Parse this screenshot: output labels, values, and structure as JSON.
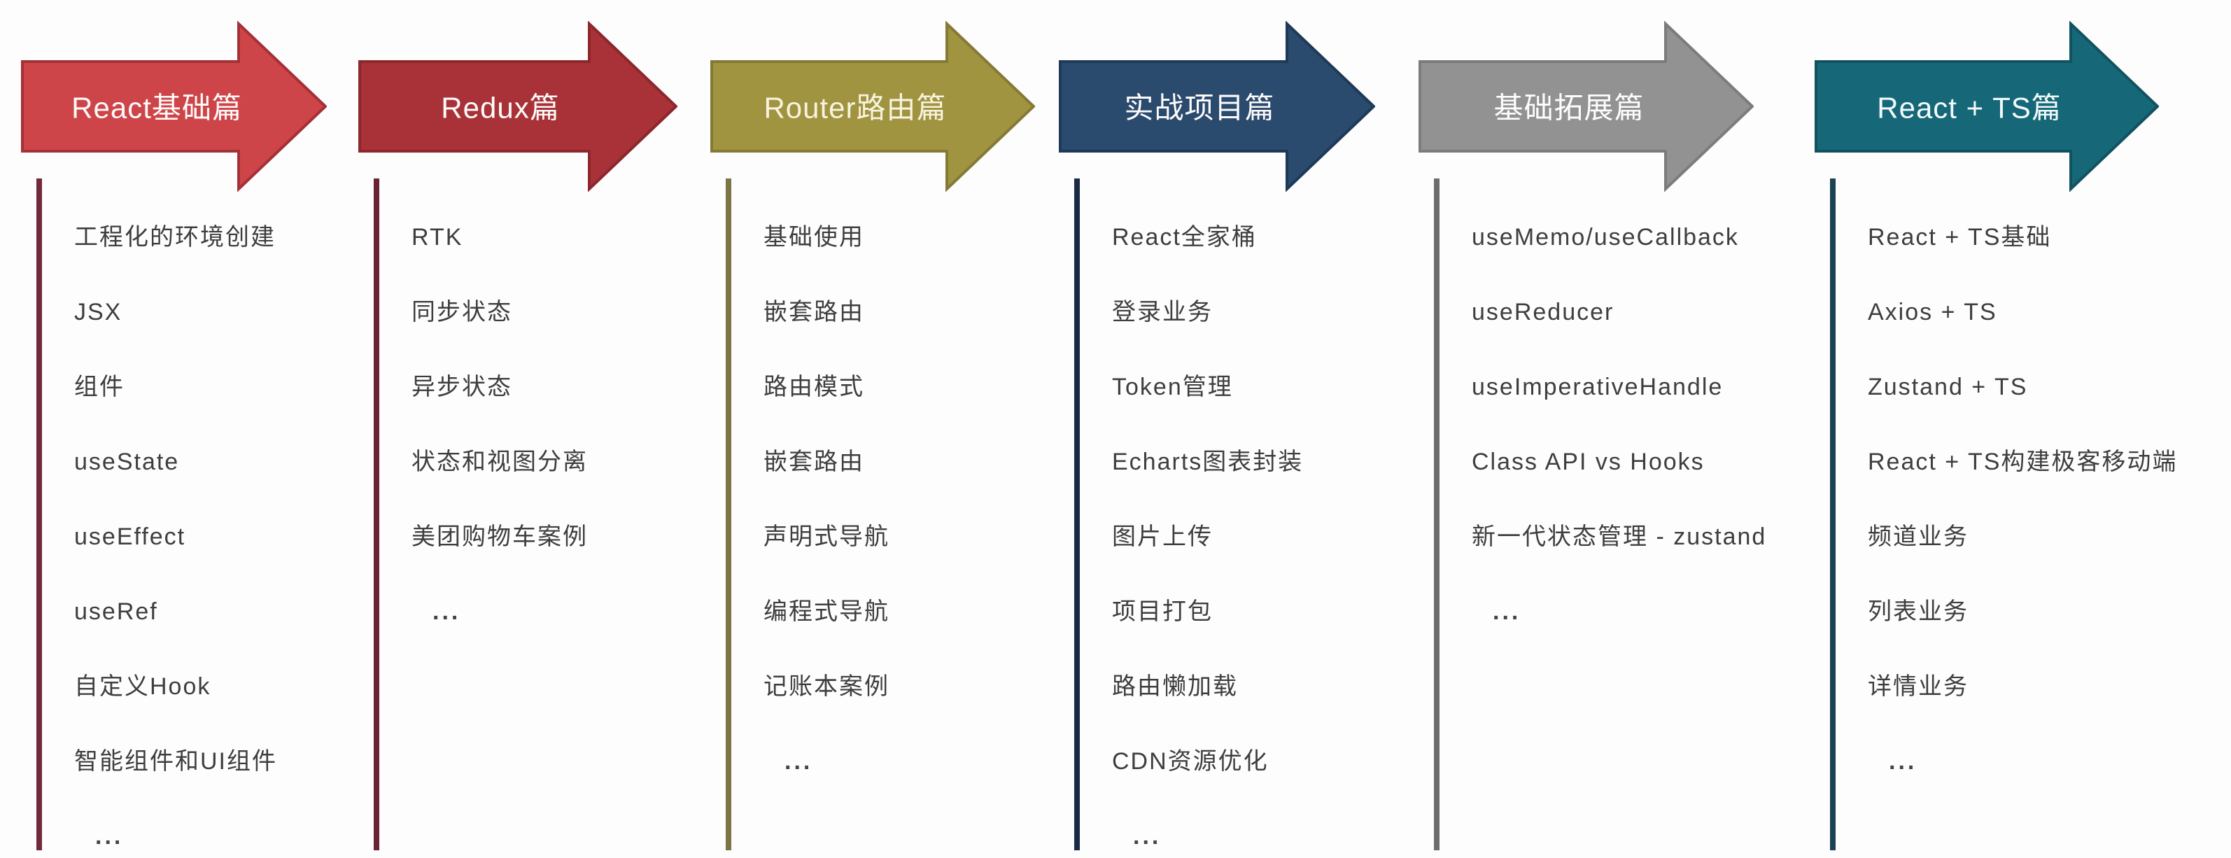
{
  "page": {
    "background": "#fdfdfd",
    "list_text_color": "#3e3e3e"
  },
  "columns": [
    {
      "id": "react-basics",
      "title": "React基础篇",
      "arrow_fill": "#ce4549",
      "arrow_stroke": "#a33137",
      "line_color": "#6f2b3b",
      "label_color": "#fdfafa",
      "items": [
        "工程化的环境创建",
        "JSX",
        "组件",
        "useState",
        "useEffect",
        "useRef",
        "自定义Hook",
        "智能组件和UI组件"
      ],
      "more": "..."
    },
    {
      "id": "redux",
      "title": "Redux篇",
      "arrow_fill": "#a83238",
      "arrow_stroke": "#8b272d",
      "line_color": "#692334",
      "label_color": "#fdfafa",
      "items": [
        "RTK",
        "同步状态",
        "异步状态",
        "状态和视图分离",
        "美团购物车案例"
      ],
      "more": "..."
    },
    {
      "id": "router",
      "title": "Router路由篇",
      "arrow_fill": "#a09441",
      "arrow_stroke": "#847a36",
      "line_color": "#7e7547",
      "label_color": "#f7f3de",
      "items": [
        "基础使用",
        "嵌套路由",
        "路由模式",
        "嵌套路由",
        "声明式导航",
        "编程式导航",
        "记账本案例"
      ],
      "more": "..."
    },
    {
      "id": "project",
      "title": "实战项目篇",
      "arrow_fill": "#2a4a6e",
      "arrow_stroke": "#1e3a58",
      "line_color": "#1b2a44",
      "label_color": "#fdfafa",
      "items": [
        "React全家桶",
        "登录业务",
        "Token管理",
        "Echarts图表封装",
        "图片上传",
        "项目打包",
        "路由懒加载",
        "CDN资源优化"
      ],
      "more": "..."
    },
    {
      "id": "extension",
      "title": "基础拓展篇",
      "arrow_fill": "#929292",
      "arrow_stroke": "#7c7c7c",
      "line_color": "#6d6d6d",
      "label_color": "#fdfdfd",
      "items": [
        "useMemo/useCallback",
        "useReducer",
        "useImperativeHandle",
        "Class API vs Hooks",
        "新一代状态管理 - zustand"
      ],
      "more": "..."
    },
    {
      "id": "react-ts",
      "title": "React + TS篇",
      "arrow_fill": "#166879",
      "arrow_stroke": "#115260",
      "line_color": "#1b4450",
      "label_color": "#f2fafb",
      "items": [
        "React + TS基础",
        "Axios + TS",
        "Zustand + TS",
        "React + TS构建极客移动端",
        "频道业务",
        "列表业务",
        "详情业务"
      ],
      "more": "..."
    }
  ]
}
